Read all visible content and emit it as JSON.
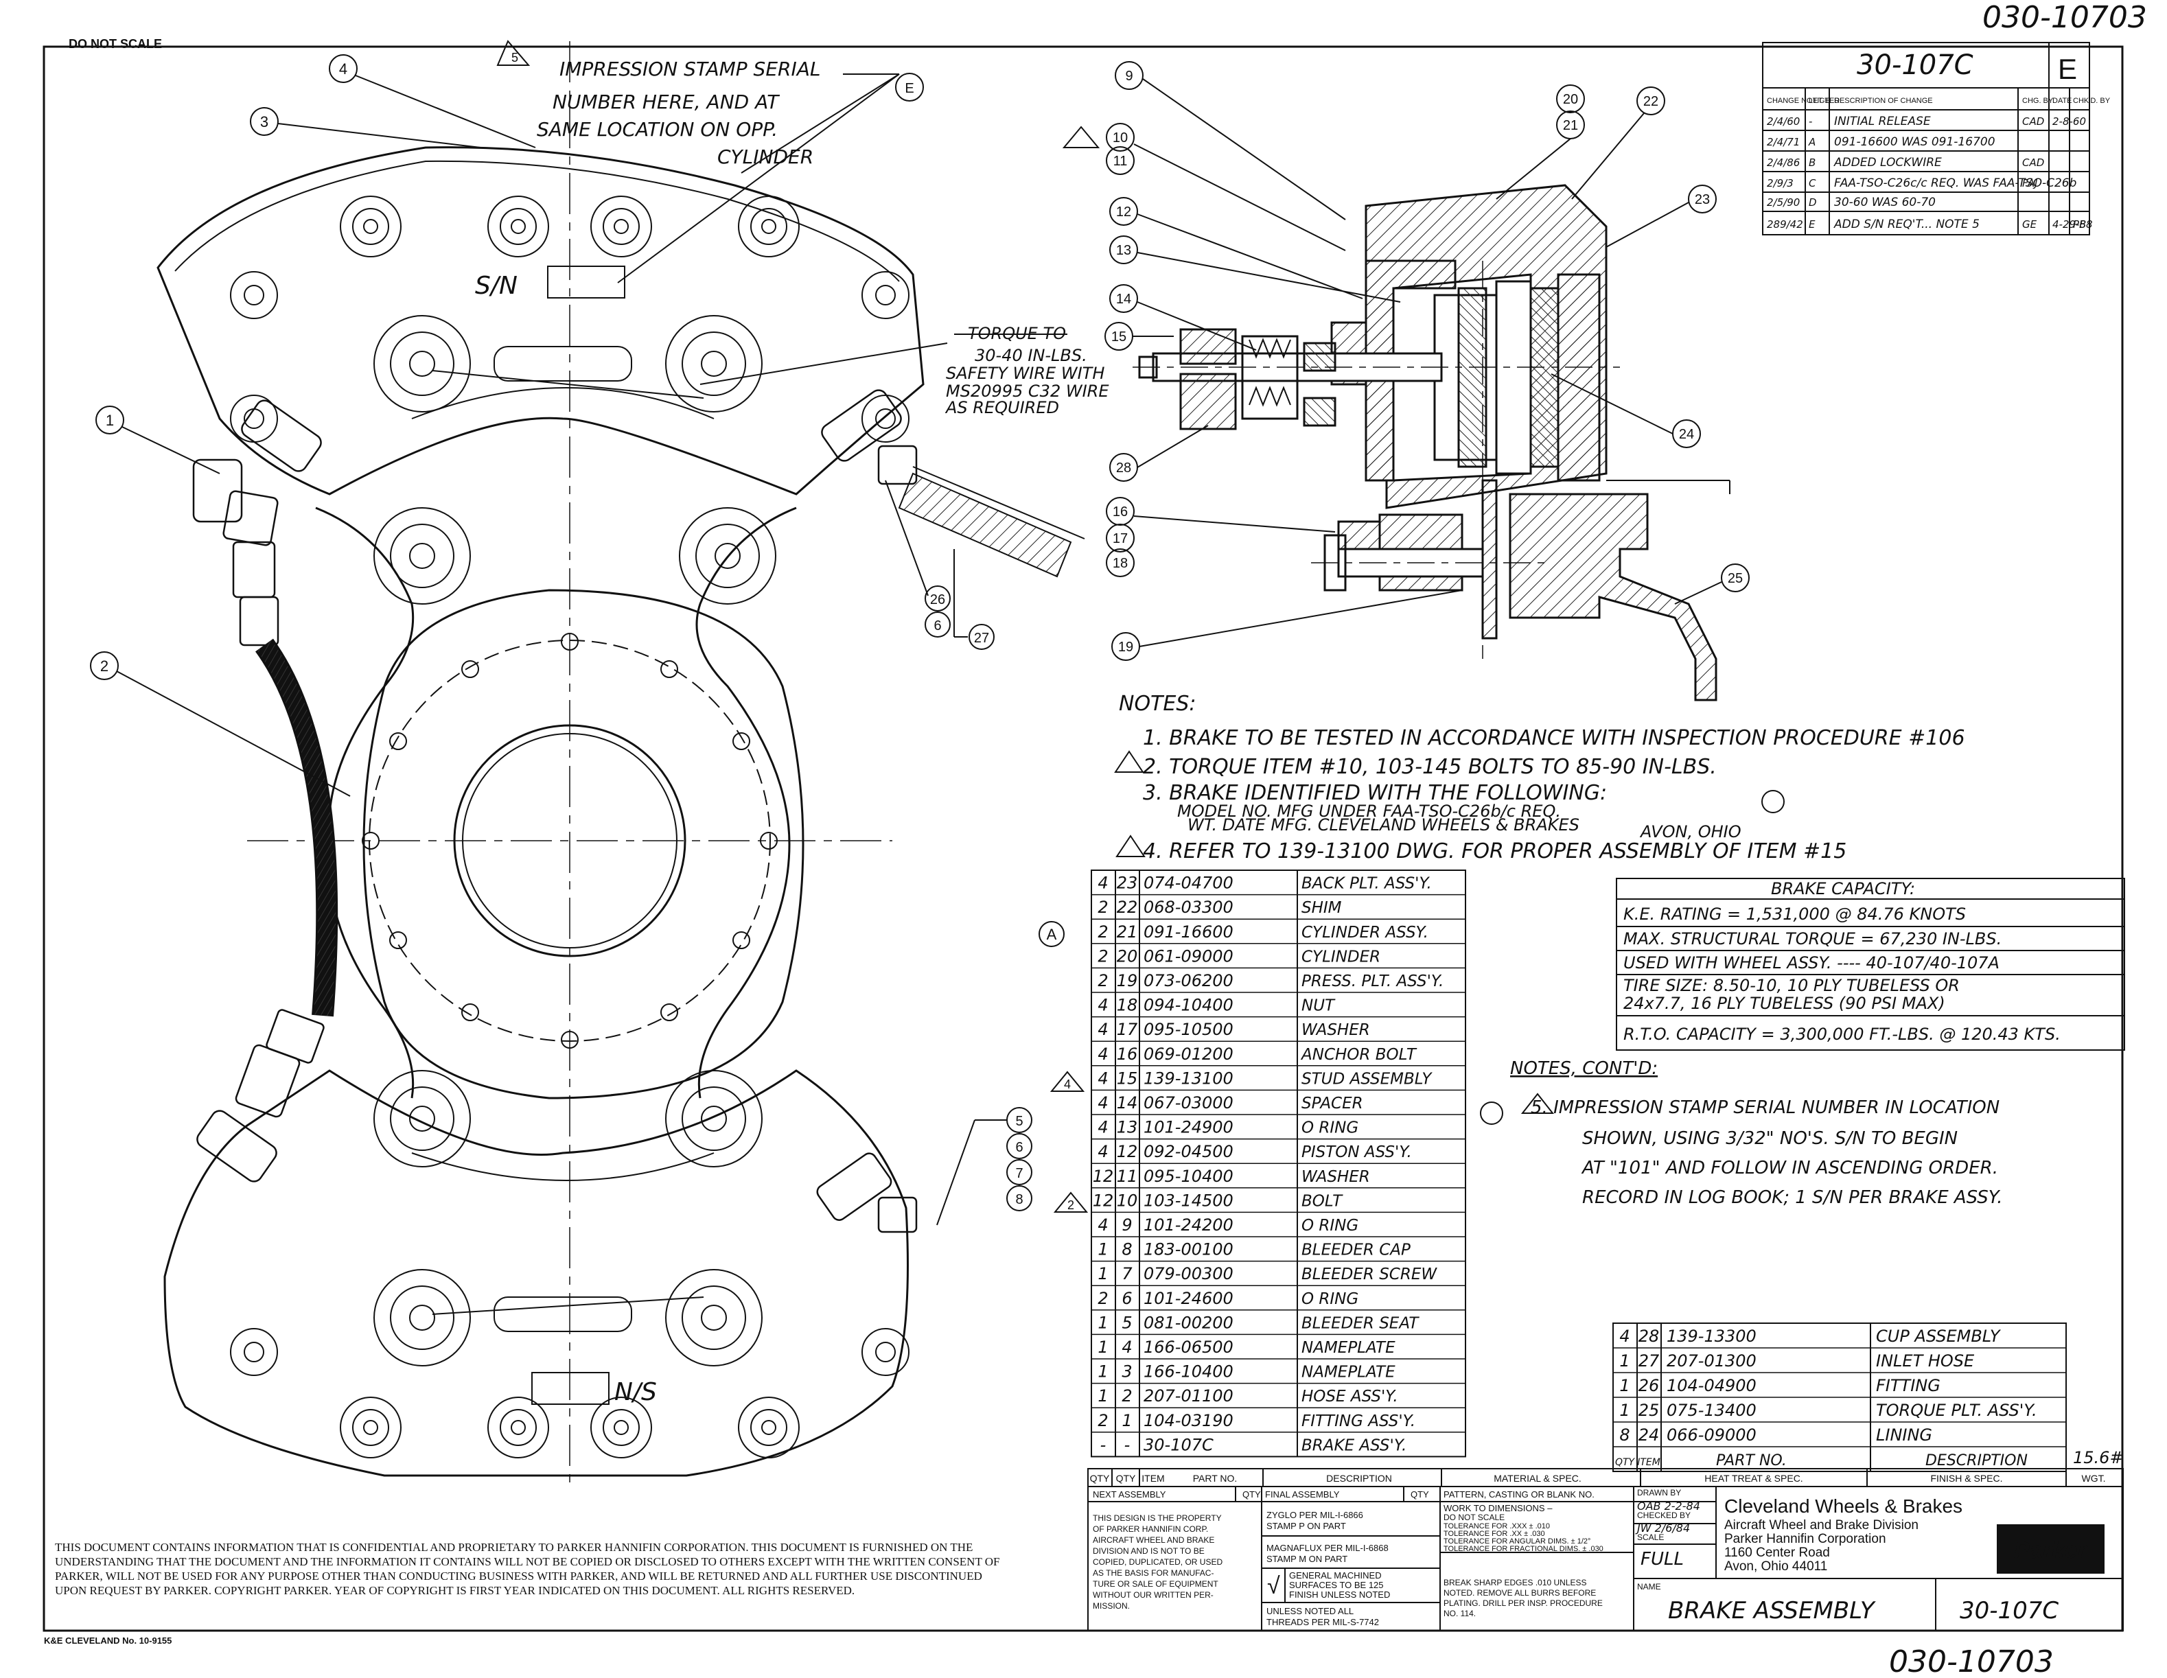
{
  "top_stamp": "030-10703",
  "bottom_stamp": "030-10703",
  "do_not_scale": "DO NOT SCALE",
  "drawing_number_box": "30-107C",
  "revision_letter": "E",
  "change_table": {
    "headers": [
      "CHANGE NOTICE",
      "LET-TER",
      "DESCRIPTION OF CHANGE",
      "CHG. BY",
      "DATE",
      "CHK'D. BY"
    ],
    "rows": [
      [
        "2/4/60",
        "-",
        "INITIAL RELEASE",
        "CAD",
        "2-8-60",
        ""
      ],
      [
        "2/4/71",
        "A",
        "091-16600 WAS 091-16700",
        "",
        "",
        ""
      ],
      [
        "2/4/86",
        "B",
        "ADDED LOCKWIRE",
        "CAD",
        "",
        ""
      ],
      [
        "2/9/3",
        "C",
        "FAA-TSO-C26c/c REQ. WAS FAA-TSO-C26b",
        "FAJ",
        "",
        ""
      ],
      [
        "2/5/90",
        "D",
        "30-60 WAS 60-70",
        "",
        "",
        ""
      ],
      [
        "289/42",
        "E",
        "ADD S/N REQ'T... NOTE 5",
        "GE",
        "4-29-88",
        "PB"
      ]
    ]
  },
  "impression_note": [
    "IMPRESSION STAMP SERIAL",
    "NUMBER HERE, AND AT",
    "SAME LOCATION ON OPP.",
    "CYLINDER"
  ],
  "sn_label": "S/N",
  "ns_label": "N/S",
  "torque_callout": [
    "TORQUE TO",
    "30-40 IN-LBS.",
    "SAFETY WIRE WITH",
    "MS20995 C32 WIRE",
    "AS REQUIRED"
  ],
  "balloons_left": [
    "4",
    "3",
    "1",
    "2",
    "26",
    "6",
    "27",
    "5",
    "6",
    "7",
    "8",
    "E"
  ],
  "balloons_right": [
    "9",
    "10",
    "11",
    "12",
    "13",
    "14",
    "15",
    "16",
    "17",
    "18",
    "19",
    "20",
    "21",
    "22",
    "23",
    "24",
    "25",
    "28"
  ],
  "notes_title": "NOTES:",
  "notes": [
    "1. BRAKE TO BE TESTED IN ACCORDANCE WITH INSPECTION PROCEDURE #106",
    "2. TORQUE ITEM #10, 103-145 BOLTS TO 85-90 IN-LBS.",
    "3. BRAKE IDENTIFIED WITH THE FOLLOWING:",
    "MODEL NO.        MFG UNDER FAA-TSO-C26b/c REQ.",
    "WT.    DATE MFG.   CLEVELAND WHEELS & BRAKES",
    "AVON, OHIO",
    "4. REFER TO 139-13100 DWG. FOR PROPER ASSEMBLY OF ITEM #15"
  ],
  "brake_capacity": {
    "title": "BRAKE CAPACITY:",
    "lines": [
      "K.E. RATING = 1,531,000 @ 84.76 KNOTS",
      "MAX. STRUCTURAL TORQUE = 67,230 IN-LBS.",
      "USED WITH WHEEL ASSY. ---- 40-107/40-107A",
      "TIRE SIZE: 8.50-10, 10 PLY TUBELESS OR",
      "24x7.7, 16 PLY TUBELESS (90 PSI MAX)",
      "R.T.O. CAPACITY = 3,300,000 FT.-LBS. @ 120.43 KTS."
    ]
  },
  "notes_contd_title": "NOTES, CONT'D:",
  "note5": [
    "5. IMPRESSION STAMP SERIAL NUMBER IN LOCATION",
    "SHOWN, USING 3/32\" NO'S.  S/N TO BEGIN",
    "AT \"101\" AND FOLLOW IN ASCENDING ORDER.",
    "RECORD IN LOG BOOK;  1 S/N PER BRAKE ASSY."
  ],
  "bom_left": [
    [
      "4",
      "23",
      "074-04700",
      "BACK PLT. ASS'Y."
    ],
    [
      "2",
      "22",
      "068-03300",
      "SHIM"
    ],
    [
      "2",
      "21",
      "091-16600",
      "CYLINDER ASSY."
    ],
    [
      "2",
      "20",
      "061-09000",
      "CYLINDER"
    ],
    [
      "2",
      "19",
      "073-06200",
      "PRESS. PLT. ASS'Y."
    ],
    [
      "4",
      "18",
      "094-10400",
      "NUT"
    ],
    [
      "4",
      "17",
      "095-10500",
      "WASHER"
    ],
    [
      "4",
      "16",
      "069-01200",
      "ANCHOR BOLT"
    ],
    [
      "4",
      "15",
      "139-13100",
      "STUD ASSEMBLY"
    ],
    [
      "4",
      "14",
      "067-03000",
      "SPACER"
    ],
    [
      "4",
      "13",
      "101-24900",
      "O RING"
    ],
    [
      "4",
      "12",
      "092-04500",
      "PISTON ASS'Y."
    ],
    [
      "12",
      "11",
      "095-10400",
      "WASHER"
    ],
    [
      "12",
      "10",
      "103-14500",
      "BOLT"
    ],
    [
      "4",
      "9",
      "101-24200",
      "O RING"
    ],
    [
      "1",
      "8",
      "183-00100",
      "BLEEDER CAP"
    ],
    [
      "1",
      "7",
      "079-00300",
      "BLEEDER SCREW"
    ],
    [
      "2",
      "6",
      "101-24600",
      "O RING"
    ],
    [
      "1",
      "5",
      "081-00200",
      "BLEEDER SEAT"
    ],
    [
      "1",
      "4",
      "166-06500",
      "NAMEPLATE"
    ],
    [
      "1",
      "3",
      "166-10400",
      "NAMEPLATE"
    ],
    [
      "1",
      "2",
      "207-01100",
      "HOSE ASS'Y."
    ],
    [
      "2",
      "1",
      "104-03190",
      "FITTING ASS'Y."
    ],
    [
      "-",
      "-",
      "30-107C",
      "BRAKE ASS'Y."
    ]
  ],
  "bom_left_markers": [
    "A",
    "4",
    "2"
  ],
  "bom_right": [
    [
      "4",
      "28",
      "139-13300",
      "CUP ASSEMBLY"
    ],
    [
      "1",
      "27",
      "207-01300",
      "INLET HOSE"
    ],
    [
      "1",
      "26",
      "104-04900",
      "FITTING"
    ],
    [
      "1",
      "25",
      "075-13400",
      "TORQUE PLT. ASS'Y."
    ],
    [
      "8",
      "24",
      "066-09000",
      "LINING"
    ]
  ],
  "bom_right_header": [
    "QTY",
    "ITEM",
    "PART NO.",
    "DESCRIPTION"
  ],
  "weight": "15.6#",
  "bom_footer": [
    "QTY",
    "QTY",
    "ITEM",
    "PART NO.",
    "DESCRIPTION",
    "MATERIAL & SPEC.",
    "HEAT TREAT & SPEC.",
    "FINISH & SPEC.",
    "WGT."
  ],
  "title_block": {
    "next_assembly": "NEXT ASSEMBLY",
    "qty": "QTY",
    "final_assembly": "FINAL ASSEMBLY",
    "qty2": "QTY",
    "pattern": "PATTERN, CASTING OR BLANK NO.",
    "property_text": [
      "THIS DESIGN IS THE PROPERTY",
      "OF PARKER HANNIFIN CORP.",
      "AIRCRAFT WHEEL AND BRAKE",
      "DIVISION AND IS NOT TO BE",
      "COPIED, DUPLICATED, OR USED",
      "AS THE BASIS FOR MANUFAC-",
      "TURE OR SALE OF EQUIPMENT",
      "WITHOUT OUR WRITTEN PER-",
      "MISSION."
    ],
    "zyglo": [
      "ZYGLO PER MIL-I-6866",
      "STAMP P ON PART"
    ],
    "magnaflux": [
      "MAGNAFLUX PER MIL-I-6868",
      "STAMP M ON PART"
    ],
    "machined": [
      "GENERAL MACHINED",
      "SURFACES TO BE 125",
      "FINISH UNLESS NOTED"
    ],
    "check": "√",
    "threads": [
      "UNLESS NOTED ALL",
      "THREADS PER MIL-S-7742"
    ],
    "dims": [
      "WORK TO DIMENSIONS –",
      "DO NOT SCALE",
      "TOLERANCE FOR  .XXX ± .010",
      "TOLERANCE FOR  .XX  ± .030",
      "TOLERANCE FOR ANGULAR DIMS. ± 1/2°",
      "TOLERANCE FOR FRACTIONAL DIMS. ± .030"
    ],
    "break_edges": [
      "BREAK SHARP EDGES .010 UNLESS",
      "NOTED. REMOVE ALL BURRS BEFORE",
      "PLATING. DRILL PER INSP. PROCEDURE",
      "NO. 114."
    ],
    "drawn_by": "DRAWN BY",
    "drawn_by_val": "OAB 2-2-84",
    "checked_by": "CHECKED BY",
    "checked_by_val": "JW 2/6/84",
    "scale": "SCALE",
    "scale_val": "FULL",
    "name": "NAME",
    "company": "Cleveland Wheels & Brakes",
    "division": "Aircraft Wheel and Brake Division",
    "corp": "Parker Hannifin Corporation",
    "street": "1160 Center Road",
    "city": "Avon, Ohio 44011",
    "logo": "Parker",
    "part_name": "BRAKE ASSEMBLY",
    "part_number": "30-107C"
  },
  "confidential": [
    "THIS DOCUMENT CONTAINS INFORMATION THAT IS CONFIDENTIAL AND PROPRIETARY TO PARKER HANNIFIN CORPORATION.  THIS DOCUMENT IS FURNISHED ON THE",
    "UNDERSTANDING THAT THE DOCUMENT AND THE INFORMATION IT CONTAINS WILL NOT BE COPIED OR DISCLOSED TO OTHERS EXCEPT WITH THE WRITTEN CONSENT OF",
    "PARKER, WILL NOT BE USED FOR ANY PURPOSE OTHER THAN CONDUCTING BUSINESS WITH PARKER, AND WILL BE RETURNED AND ALL FURTHER USE DISCONTINUED",
    "UPON REQUEST BY PARKER.  COPYRIGHT PARKER.  YEAR OF COPYRIGHT IS FIRST YEAR INDICATED ON THIS DOCUMENT.  ALL RIGHTS RESERVED."
  ],
  "form_number": "K&E CLEVELAND No. 10-9155"
}
